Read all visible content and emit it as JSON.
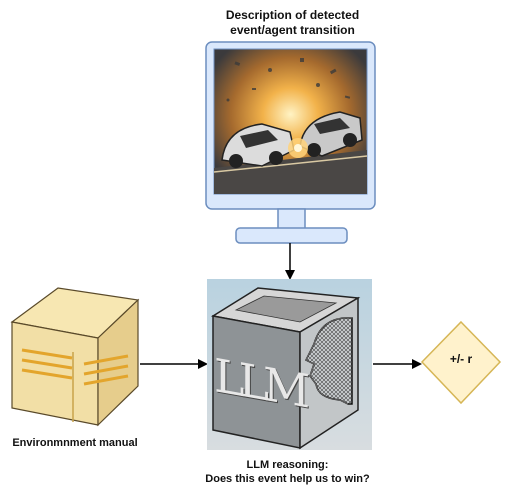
{
  "monitor": {
    "title_line1": "Description of detected",
    "title_line2": "event/agent transition",
    "screen_image": "crashing-race-cars-illustration"
  },
  "manual": {
    "label": "Environmnment manual",
    "icon": "box-icon"
  },
  "llm": {
    "box_text": "LLM",
    "icon": "head-profile-icon",
    "label_line1": "LLM reasoning:",
    "label_line2": "Does this event help us to win?"
  },
  "reward": {
    "label": "+/- r"
  },
  "colors": {
    "monitor_frame": "#dae8fc",
    "monitor_border": "#6c8ebf",
    "reward_fill": "#fff2cc",
    "reward_border": "#d6b656",
    "box_front": "#f2dfa6",
    "box_stripes": "#e3a52c"
  }
}
